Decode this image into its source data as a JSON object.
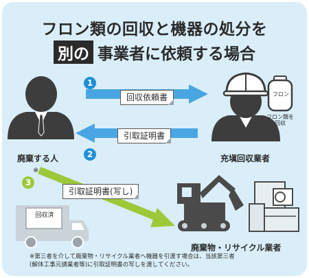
{
  "title": {
    "line1": "フロン類の回収と機器の処分を",
    "line2_highlight": "別の",
    "line2_rest": "事業者に依頼する場合"
  },
  "actors": {
    "discharger": "廃棄する人",
    "recovery": "充塡回収業者",
    "recycler": "廃棄物・リサイクル業者"
  },
  "documents": {
    "request": "回収依頼書",
    "certificate": "引取証明書",
    "copy": "引取証明書(写し)"
  },
  "steps": [
    "1",
    "2",
    "3"
  ],
  "step3_mark": "※",
  "cylinder": {
    "tank_label": "フロン",
    "caption_line1": "フロン類を",
    "caption_line2": "回収"
  },
  "truck_label": "回収済",
  "footnote": {
    "line1": "※第三者を介して廃棄物・リサイクル業者へ機器を引渡す場合は、当該第三者",
    "line2": "(解体工事元請業者等)に引取証明書の写しを渡してください。"
  },
  "colors": {
    "background": "#daeef9",
    "step1_2": "#1f8fd6",
    "step3": "#9bc93a",
    "arrow_blue": "#4aa6e3",
    "arrow_green": "#9bc93a",
    "figure": "#3d3d3d",
    "truck": "#c9d3d8"
  }
}
